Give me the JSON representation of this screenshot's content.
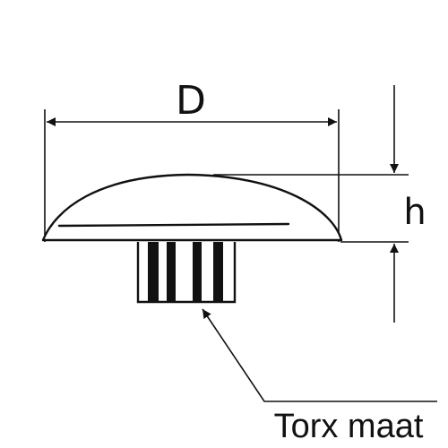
{
  "labels": {
    "diameter": "D",
    "height": "h",
    "torx_size": "Torx maat"
  },
  "colors": {
    "line": "#111111",
    "background": "#ffffff"
  }
}
